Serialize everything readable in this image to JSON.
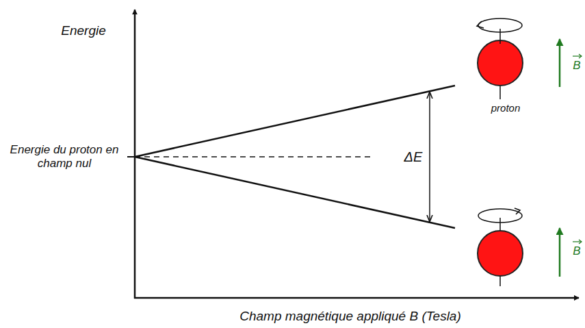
{
  "diagram": {
    "labels": [
      "Energie",
      "Energie du proton en champ nul",
      "ΔE",
      "proton",
      "B",
      "B",
      "Champ magnétique appliqué B (Tesla)"
    ]
  }
}
